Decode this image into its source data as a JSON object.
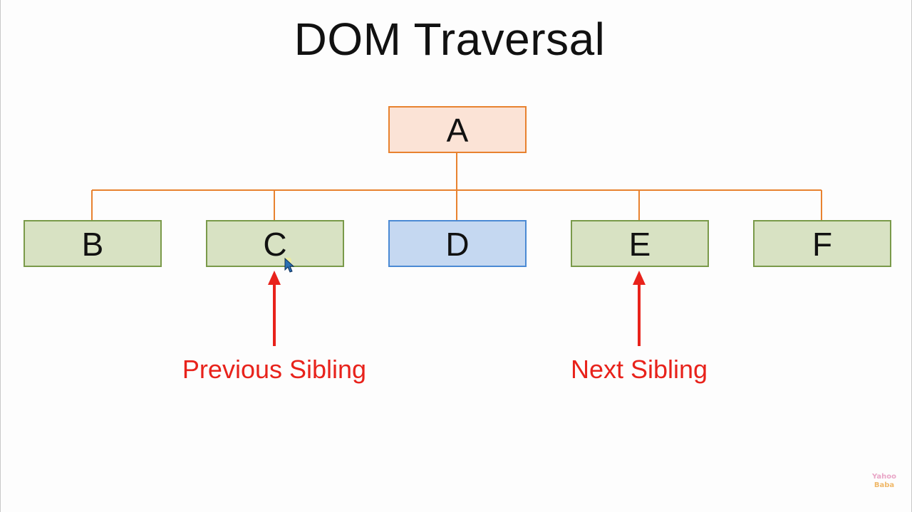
{
  "title": "DOM Traversal",
  "tree": {
    "root": {
      "label": "A",
      "role": "parent"
    },
    "children": [
      {
        "label": "B",
        "role": "sibling"
      },
      {
        "label": "C",
        "role": "previous-sibling"
      },
      {
        "label": "D",
        "role": "current"
      },
      {
        "label": "E",
        "role": "next-sibling"
      },
      {
        "label": "F",
        "role": "sibling"
      }
    ]
  },
  "annotations": {
    "previous": "Previous Sibling",
    "next": "Next Sibling"
  },
  "logo": {
    "line1": "Yahoo",
    "line2": "Baba"
  },
  "colors": {
    "root_fill": "#fbe3d6",
    "root_border": "#e8822f",
    "child_fill": "#d8e2c3",
    "child_border": "#7a9a4a",
    "current_fill": "#c5d8f1",
    "current_border": "#4b8ad4",
    "connector": "#e8822f",
    "annotation": "#e8221b"
  }
}
